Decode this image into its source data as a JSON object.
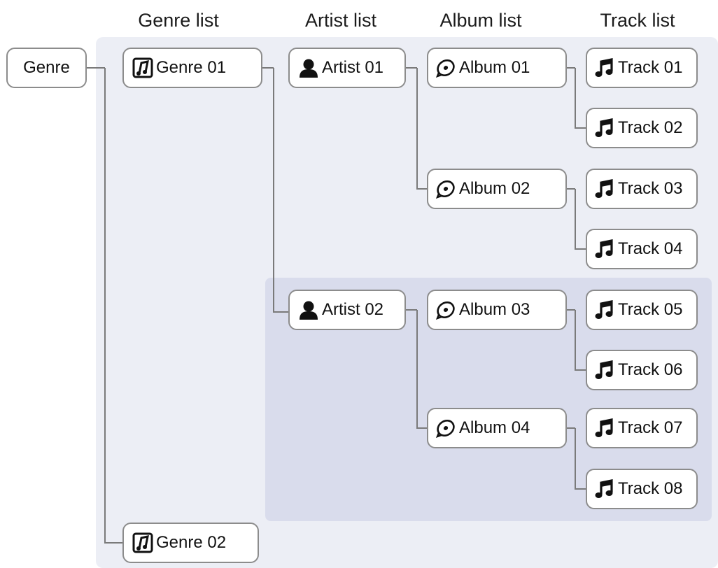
{
  "column_headers": {
    "genre": "Genre list",
    "artist": "Artist list",
    "album": "Album list",
    "track": "Track list"
  },
  "root": {
    "label": "Genre"
  },
  "genres": [
    {
      "label": "Genre 01",
      "icon": "genre-icon"
    },
    {
      "label": "Genre 02",
      "icon": "genre-icon"
    }
  ],
  "artists": [
    {
      "label": "Artist 01",
      "icon": "person-icon"
    },
    {
      "label": "Artist 02",
      "icon": "person-icon"
    }
  ],
  "albums": [
    {
      "label": "Album 01",
      "icon": "disc-icon"
    },
    {
      "label": "Album 02",
      "icon": "disc-icon"
    },
    {
      "label": "Album 03",
      "icon": "disc-icon"
    },
    {
      "label": "Album 04",
      "icon": "disc-icon"
    }
  ],
  "tracks": [
    {
      "label": "Track 01",
      "icon": "music-note-icon"
    },
    {
      "label": "Track 02",
      "icon": "music-note-icon"
    },
    {
      "label": "Track 03",
      "icon": "music-note-icon"
    },
    {
      "label": "Track 04",
      "icon": "music-note-icon"
    },
    {
      "label": "Track 05",
      "icon": "music-note-icon"
    },
    {
      "label": "Track 06",
      "icon": "music-note-icon"
    },
    {
      "label": "Track 07",
      "icon": "music-note-icon"
    },
    {
      "label": "Track 08",
      "icon": "music-note-icon"
    }
  ],
  "colors": {
    "outer_panel": "#eceef5",
    "inner_panel": "#d9dcec",
    "node_border": "#8c8c8c",
    "connector": "#7a7a7a"
  }
}
